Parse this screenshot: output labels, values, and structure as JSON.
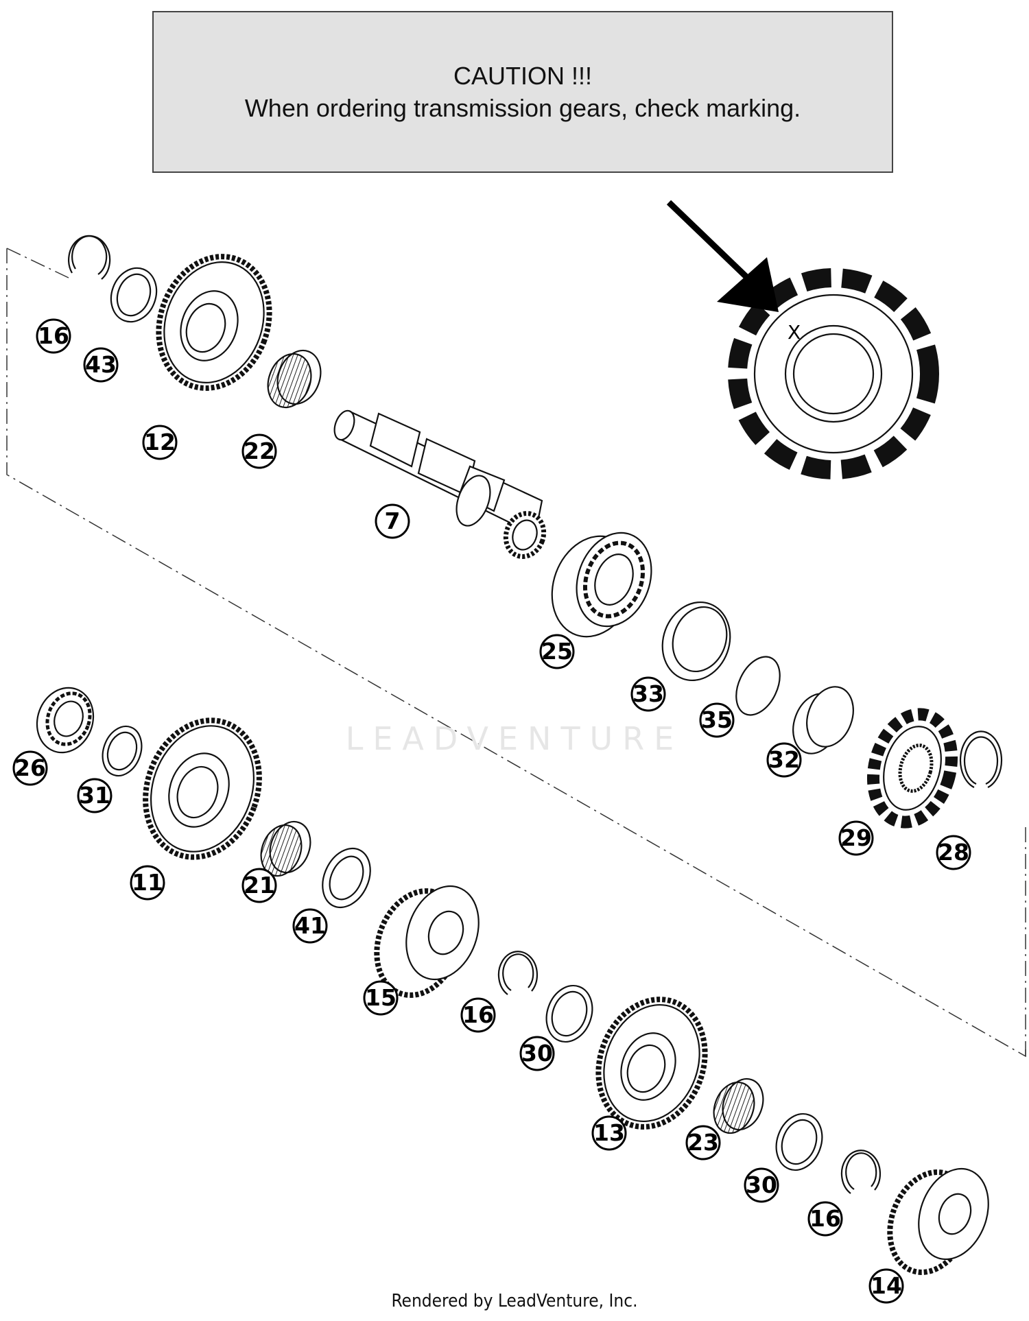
{
  "caution": {
    "title": "CAUTION !!!",
    "message": "When ordering transmission gears, check marking."
  },
  "marking": "X",
  "watermark": "LEADVENTURE",
  "callouts": [
    {
      "id": "callout-16-a",
      "label": "16"
    },
    {
      "id": "callout-43",
      "label": "43"
    },
    {
      "id": "callout-12",
      "label": "12"
    },
    {
      "id": "callout-22",
      "label": "22"
    },
    {
      "id": "callout-7",
      "label": "7"
    },
    {
      "id": "callout-25",
      "label": "25"
    },
    {
      "id": "callout-33",
      "label": "33"
    },
    {
      "id": "callout-35",
      "label": "35"
    },
    {
      "id": "callout-32",
      "label": "32"
    },
    {
      "id": "callout-29",
      "label": "29"
    },
    {
      "id": "callout-28",
      "label": "28"
    },
    {
      "id": "callout-26",
      "label": "26"
    },
    {
      "id": "callout-31",
      "label": "31"
    },
    {
      "id": "callout-11",
      "label": "11"
    },
    {
      "id": "callout-21",
      "label": "21"
    },
    {
      "id": "callout-41",
      "label": "41"
    },
    {
      "id": "callout-15",
      "label": "15"
    },
    {
      "id": "callout-16-b",
      "label": "16"
    },
    {
      "id": "callout-30-a",
      "label": "30"
    },
    {
      "id": "callout-13",
      "label": "13"
    },
    {
      "id": "callout-23",
      "label": "23"
    },
    {
      "id": "callout-30-b",
      "label": "30"
    },
    {
      "id": "callout-16-c",
      "label": "16"
    },
    {
      "id": "callout-14",
      "label": "14"
    }
  ],
  "footer": "Rendered by LeadVenture, Inc."
}
